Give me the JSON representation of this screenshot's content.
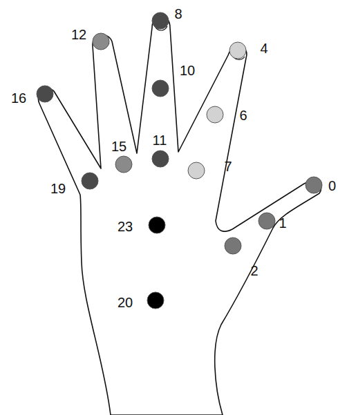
{
  "diagram": {
    "labels": [
      "8",
      "12",
      "4",
      "10",
      "16",
      "6",
      "15",
      "11",
      "7",
      "19",
      "0",
      "1",
      "23",
      "2",
      "20"
    ]
  }
}
